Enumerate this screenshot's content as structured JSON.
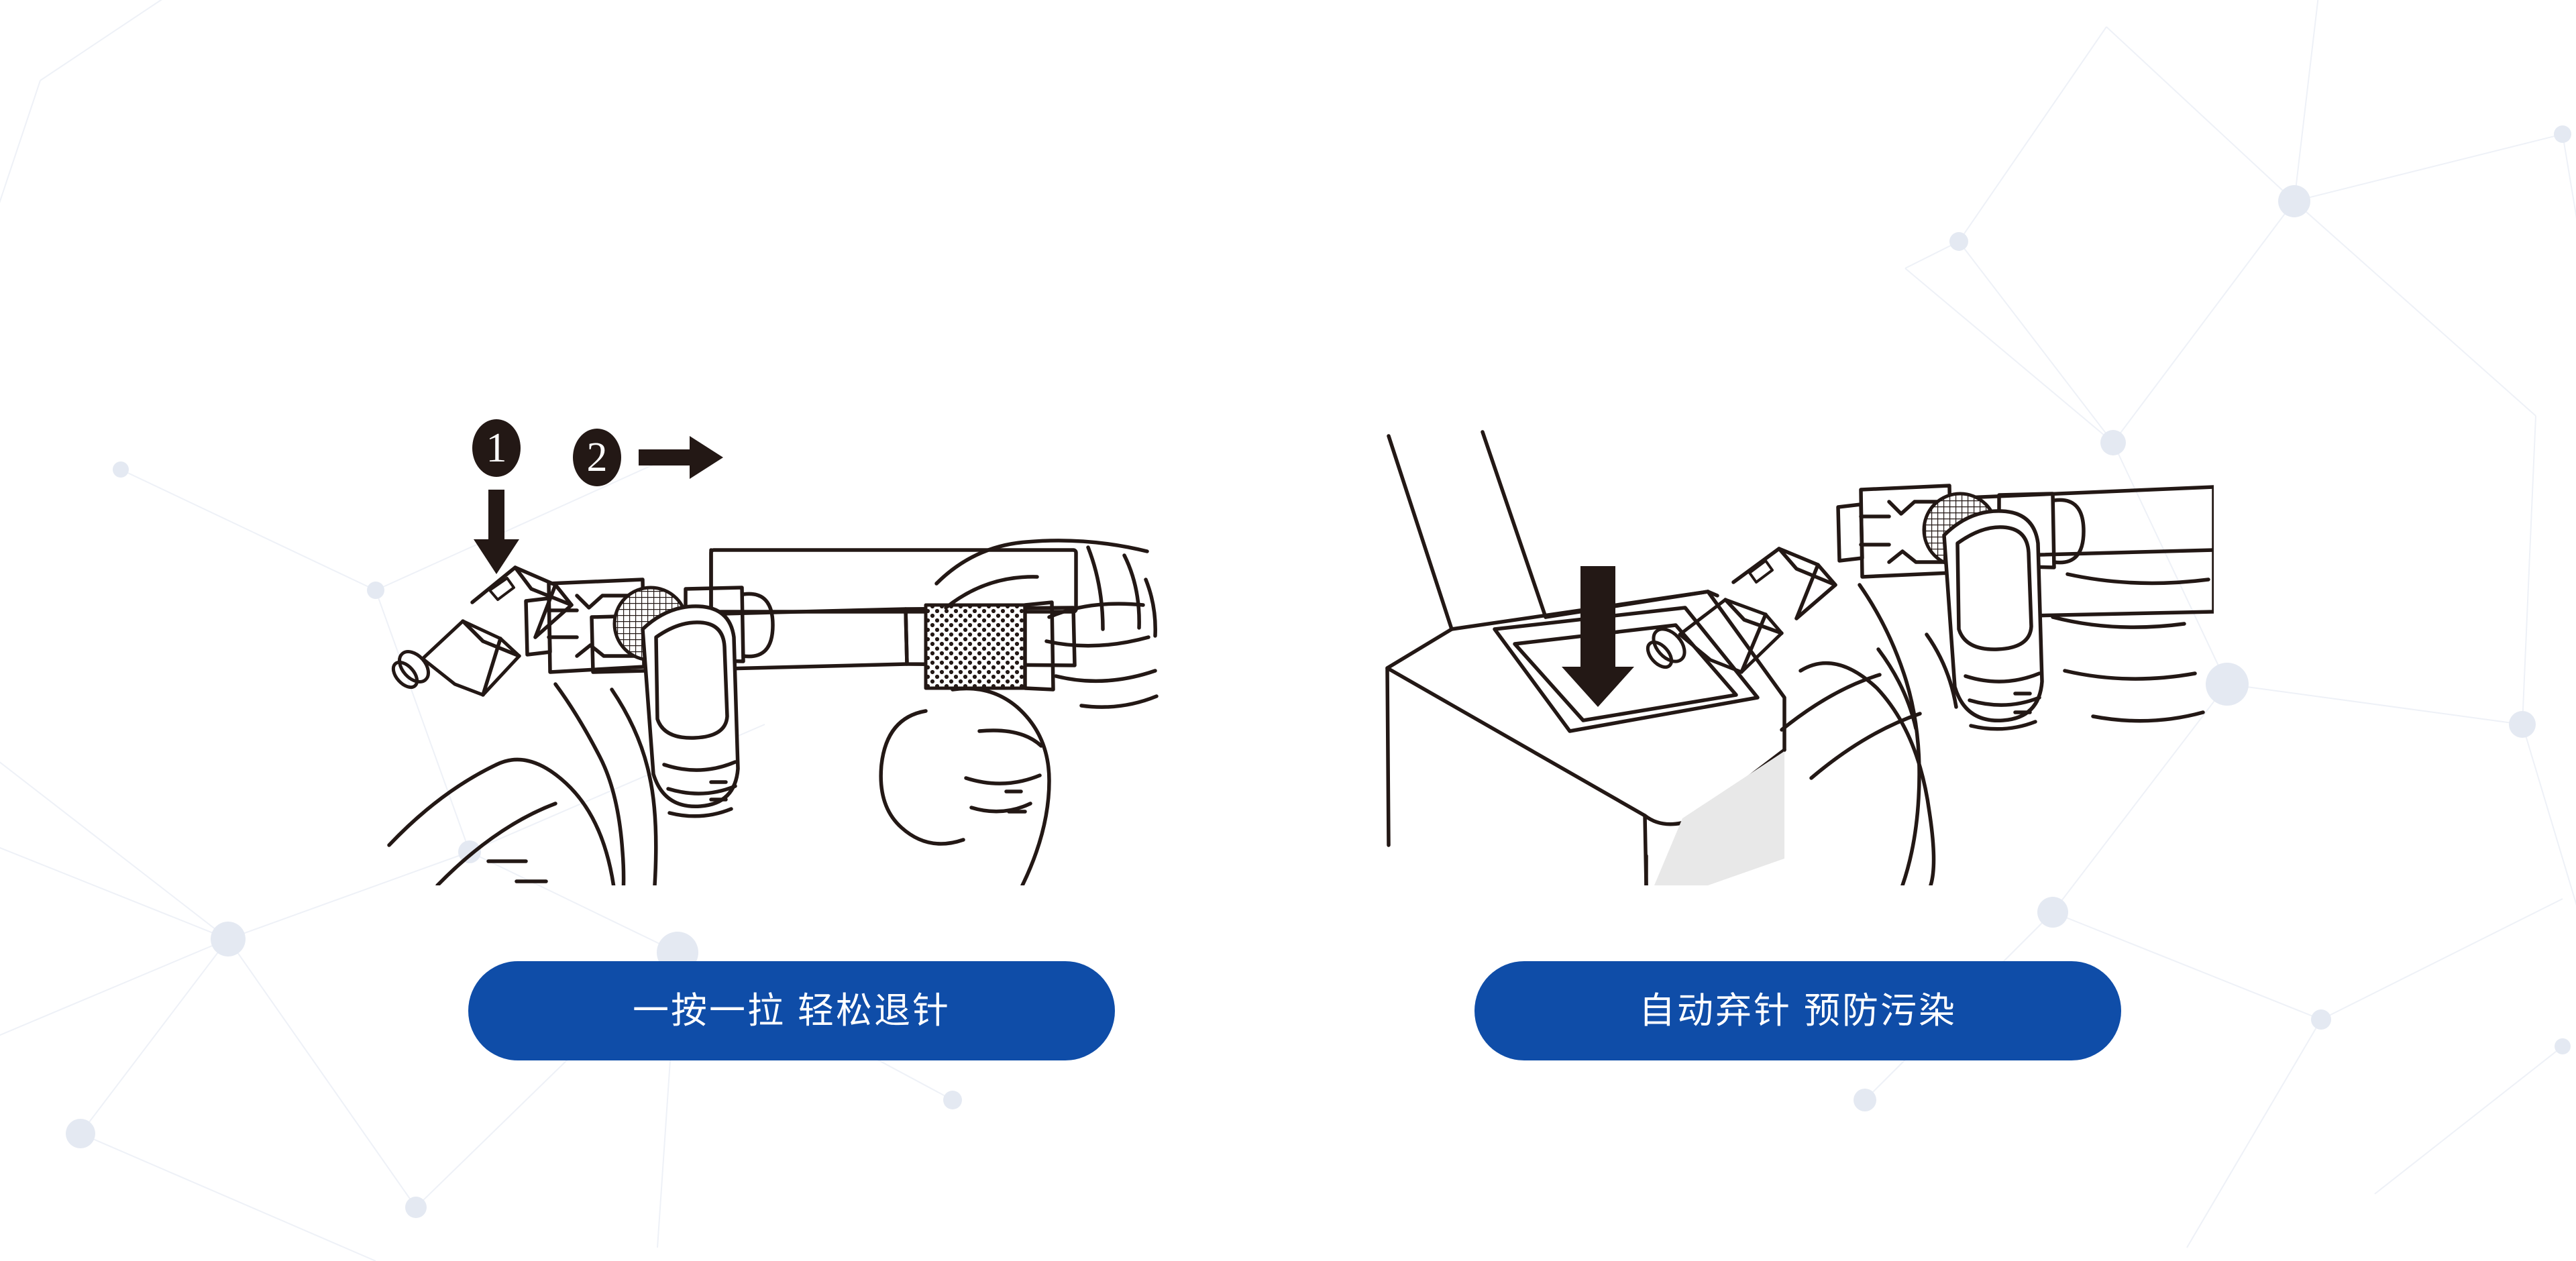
{
  "page": {
    "background_color": "#ffffff",
    "accent_color": "#0F4DA8",
    "line_art_color": "#231815",
    "network_node_color": "#e4e9f2",
    "network_line_color": "#eef1f7"
  },
  "panels": [
    {
      "id": "retract-needle",
      "illustration_name": "hand-pressing-and-pulling-pen-needle-remover",
      "illustration_description": "Line drawing: one hand holds an insulin pen by its knurled grip while the other thumb presses the needle remover button; the detached needle assembly pops out to the left.",
      "step_markers": [
        {
          "number": "1",
          "arrow": "down-arrow-icon"
        },
        {
          "number": "2",
          "arrow": "right-arrow-icon"
        }
      ],
      "caption": "一按一拉 轻松退针"
    },
    {
      "id": "auto-discard-needle",
      "illustration_name": "dropping-needle-into-sharps-container",
      "illustration_description": "Line drawing: a hand holds the pen with the needle remover over an open sharps disposal box; a downward arrow shows the used needle dropping into the slot.",
      "step_markers": [
        {
          "number": "",
          "arrow": "down-arrow-icon"
        }
      ],
      "caption": "自动弃针 预防污染"
    }
  ]
}
